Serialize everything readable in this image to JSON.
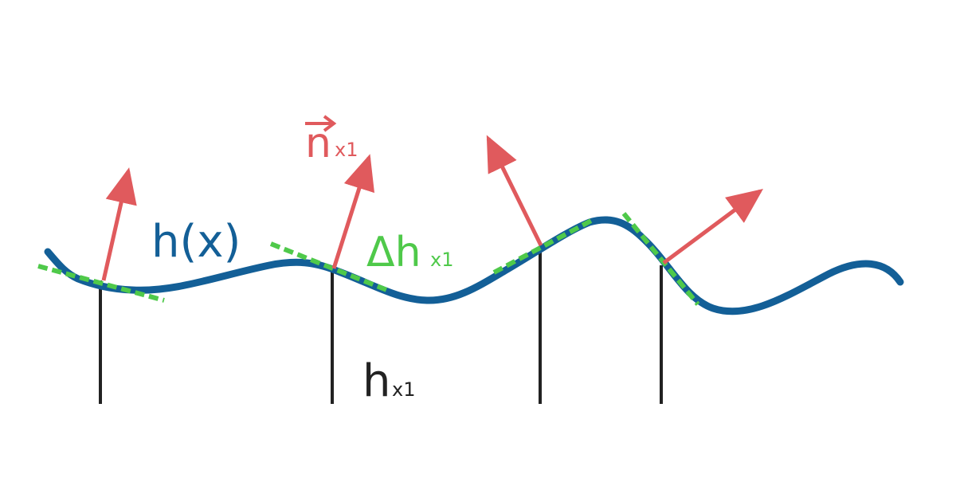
{
  "labels": {
    "height_function": {
      "main": "h(x)"
    },
    "normal_vector": {
      "main": "n",
      "sub": "x1"
    },
    "slope": {
      "main": "Δh",
      "sub": "x1"
    },
    "height_sample": {
      "main": "h",
      "sub": "x1"
    }
  },
  "colors": {
    "curve": "#135f97",
    "normal": "#e05a5d",
    "tangent": "#4fc94a",
    "sample_line": "#222222",
    "background": "#ffffff"
  },
  "icons": {
    "vector_arrow": "right-arrow-icon"
  }
}
